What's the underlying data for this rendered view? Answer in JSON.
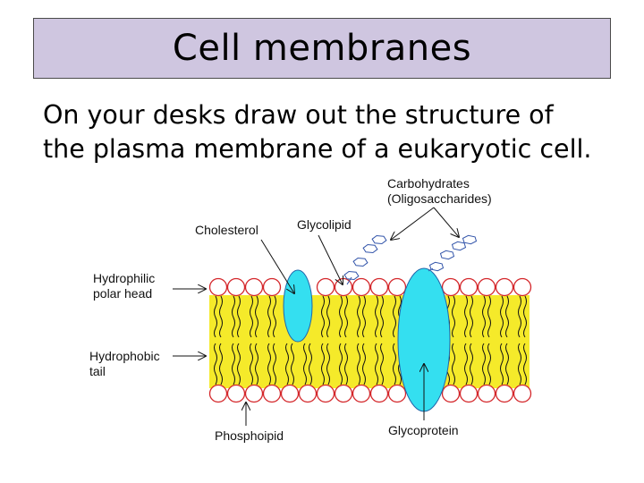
{
  "title": "Cell membranes",
  "instruction": {
    "line1": "On your desks draw out the structure of",
    "line2": "the plasma membrane of a eukaryotic cell."
  },
  "diagram": {
    "labels": {
      "carbohydrates_line1": "Carbohydrates",
      "carbohydrates_line2": "(Oligosaccharides)",
      "cholesterol": "Cholesterol",
      "glycolipid": "Glycolipid",
      "hydrophilic_line1": "Hydrophilic",
      "hydrophilic_line2": "polar head",
      "hydrophobic_line1": "Hydrophobic",
      "hydrophobic_line2": "tail",
      "phospholipid": "Phosphoipid",
      "glycoprotein": "Glycoprotein"
    },
    "colors": {
      "bilayer_core": "#f5ea2a",
      "head_fill": "#ffffff",
      "head_stroke": "#d4262a",
      "protein": "#34dff0",
      "protein_stroke": "#2266aa",
      "sugar_stroke": "#3355aa",
      "title_bg": "#cfc6e0"
    }
  }
}
